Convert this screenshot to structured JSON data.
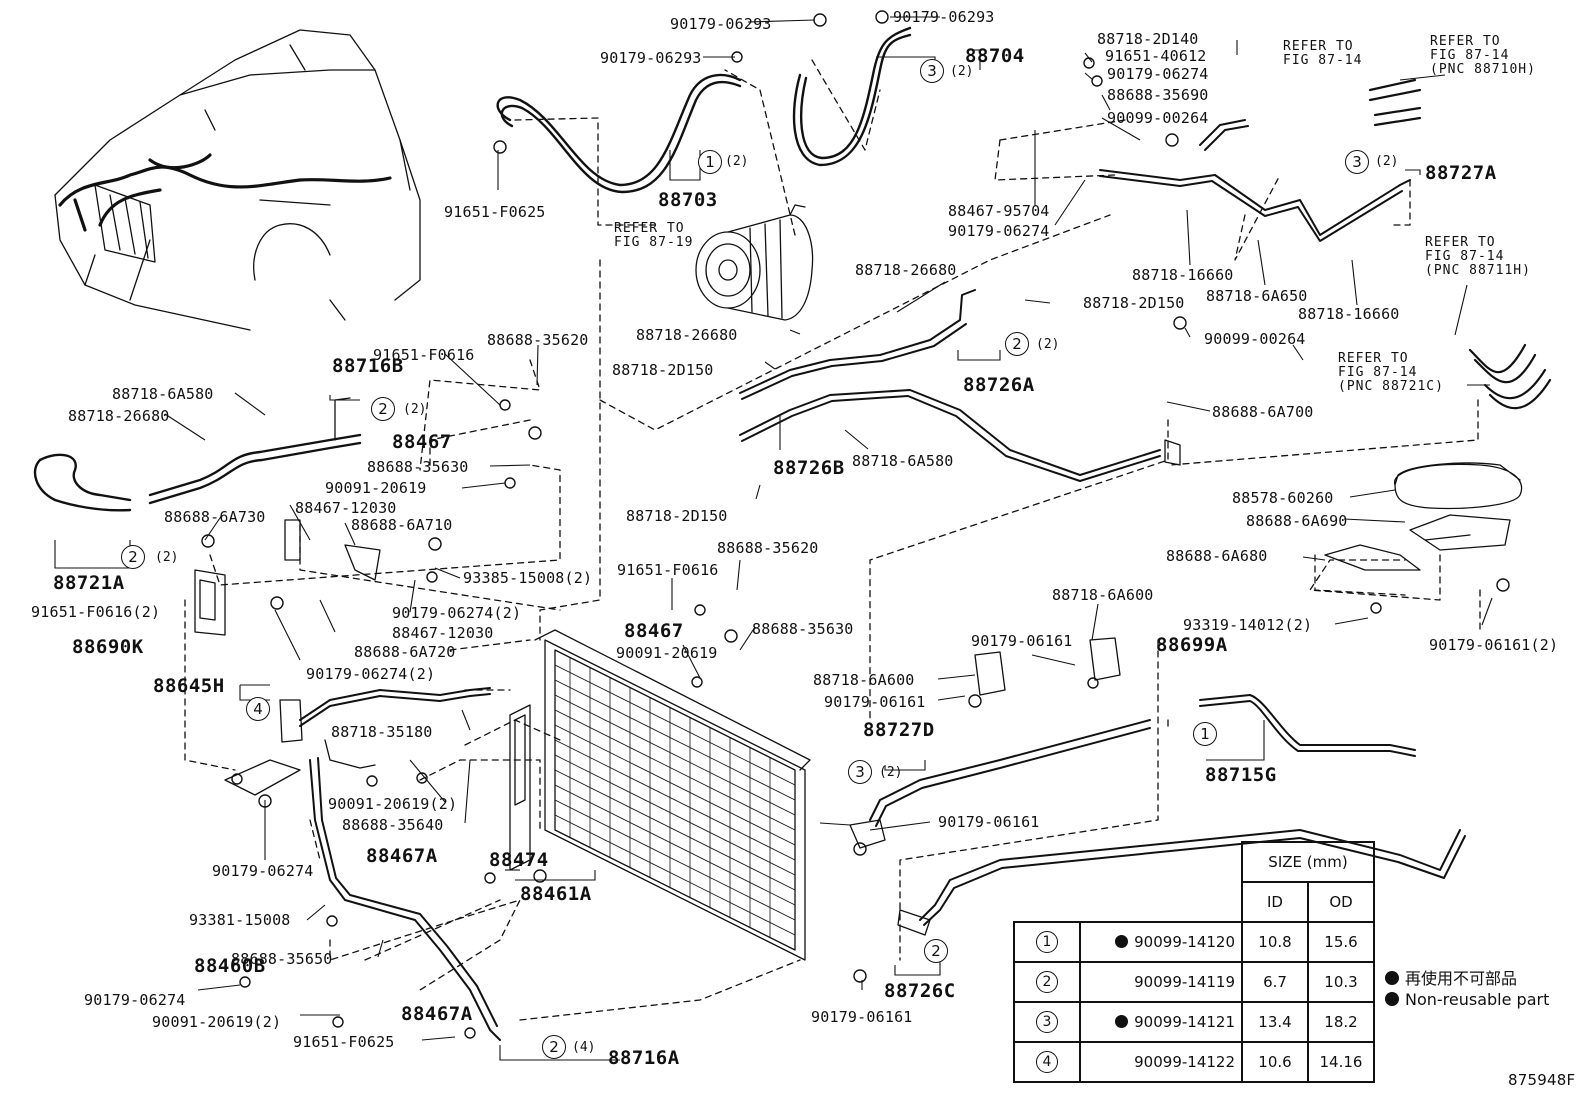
{
  "diagram_id": "875948F",
  "callouts": {
    "p88716A": "88716A",
    "p88716B": "88716B",
    "p88703": "88703",
    "p88704": "88704",
    "p88727A": "88727A",
    "p88726A": "88726A",
    "p88726B": "88726B",
    "p88726C": "88726C",
    "p88721A": "88721A",
    "p88690K": "88690K",
    "p88645H": "88645H",
    "p88467a": "88467",
    "p88467b": "88467",
    "p88467A1": "88467A",
    "p88467A2": "88467A",
    "p88474": "88474",
    "p88461A": "88461A",
    "p88460B": "88460B",
    "p88699A": "88699A",
    "p88715G": "88715G",
    "p88727D": "88727D"
  },
  "labels": {
    "l01": "90179-06293",
    "l02": "90179-06293",
    "l03": "90179-06293",
    "l04": "91651-F0625",
    "l05": "88718-2D140",
    "l06": "91651-40612",
    "l07": "90179-06274",
    "l08": "88688-35690",
    "l09": "90099-00264",
    "l10": "88467-95704",
    "l11": "90179-06274",
    "l12": "88718-16660",
    "l13": "88718-6A650",
    "l14": "88718-16660",
    "l15": "88718-26680",
    "l16": "88718-2D150",
    "l17": "88718-26680",
    "l18": "88718-2D150",
    "l19": "90099-00264",
    "l20": "88688-6A700",
    "l21": "88718-6A580",
    "l22": "88718-2D150",
    "l23": "88578-60260",
    "l24": "88688-6A690",
    "l25": "88688-6A680",
    "l26": "93319-14012(2)",
    "l27": "90179-06161(2)",
    "l28": "91651-F0616",
    "l29": "88688-35620",
    "l30": "88718-6A580",
    "l31": "88718-26680",
    "l32": "88688-35630",
    "l33": "90091-20619",
    "l34": "88688-6A730",
    "l35": "88467-12030",
    "l36": "88688-6A710",
    "l37": "93385-15008(2)",
    "l38": "91651-F0616(2)",
    "l39": "90179-06274(2)",
    "l40": "88467-12030",
    "l41": "88688-6A720",
    "l42": "90179-06274(2)",
    "l43": "88688-35620",
    "l44": "91651-F0616",
    "l45": "88688-35630",
    "l46": "90091-20619",
    "l47": "88718-6A600",
    "l48": "90179-06161",
    "l49": "88718-6A600",
    "l50": "90179-06161",
    "l51": "88718-35180",
    "l52": "90091-20619(2)",
    "l53": "88688-35640",
    "l54": "90179-06274",
    "l55": "93381-15008",
    "l56": "88688-35650",
    "l57": "90179-06274",
    "l58": "90091-20619(2)",
    "l59": "91651-F0625",
    "l60": "90179-06161",
    "l61": "90179-06161"
  },
  "refs": {
    "r1a": "REFER TO",
    "r1b": "FIG 87-14",
    "r2a": "REFER TO",
    "r2b": "FIG 87-14",
    "r2c": "(PNC 88710H)",
    "r3a": "REFER TO",
    "r3b": "FIG 87-19",
    "r4a": "REFER TO",
    "r4b": "FIG 87-14",
    "r4c": "(PNC 88711H)",
    "r5a": "REFER TO",
    "r5b": "FIG 87-14",
    "r5c": "(PNC 88721C)"
  },
  "qty": {
    "q2": "(2)",
    "q4": "(4)"
  },
  "size_table": {
    "header": "SIZE (mm)",
    "id_label": "ID",
    "od_label": "OD",
    "rows": [
      {
        "num": "1",
        "part": "90099-14120",
        "non_reusable": true,
        "id": "10.8",
        "od": "15.6"
      },
      {
        "num": "2",
        "part": "90099-14119",
        "non_reusable": false,
        "id": "6.7",
        "od": "10.3"
      },
      {
        "num": "3",
        "part": "90099-14121",
        "non_reusable": true,
        "id": "13.4",
        "od": "18.2"
      },
      {
        "num": "4",
        "part": "90099-14122",
        "non_reusable": false,
        "id": "10.6",
        "od": "14.16"
      }
    ]
  },
  "legend": {
    "jp": "再使用不可部品",
    "en": "Non-reusable part"
  }
}
